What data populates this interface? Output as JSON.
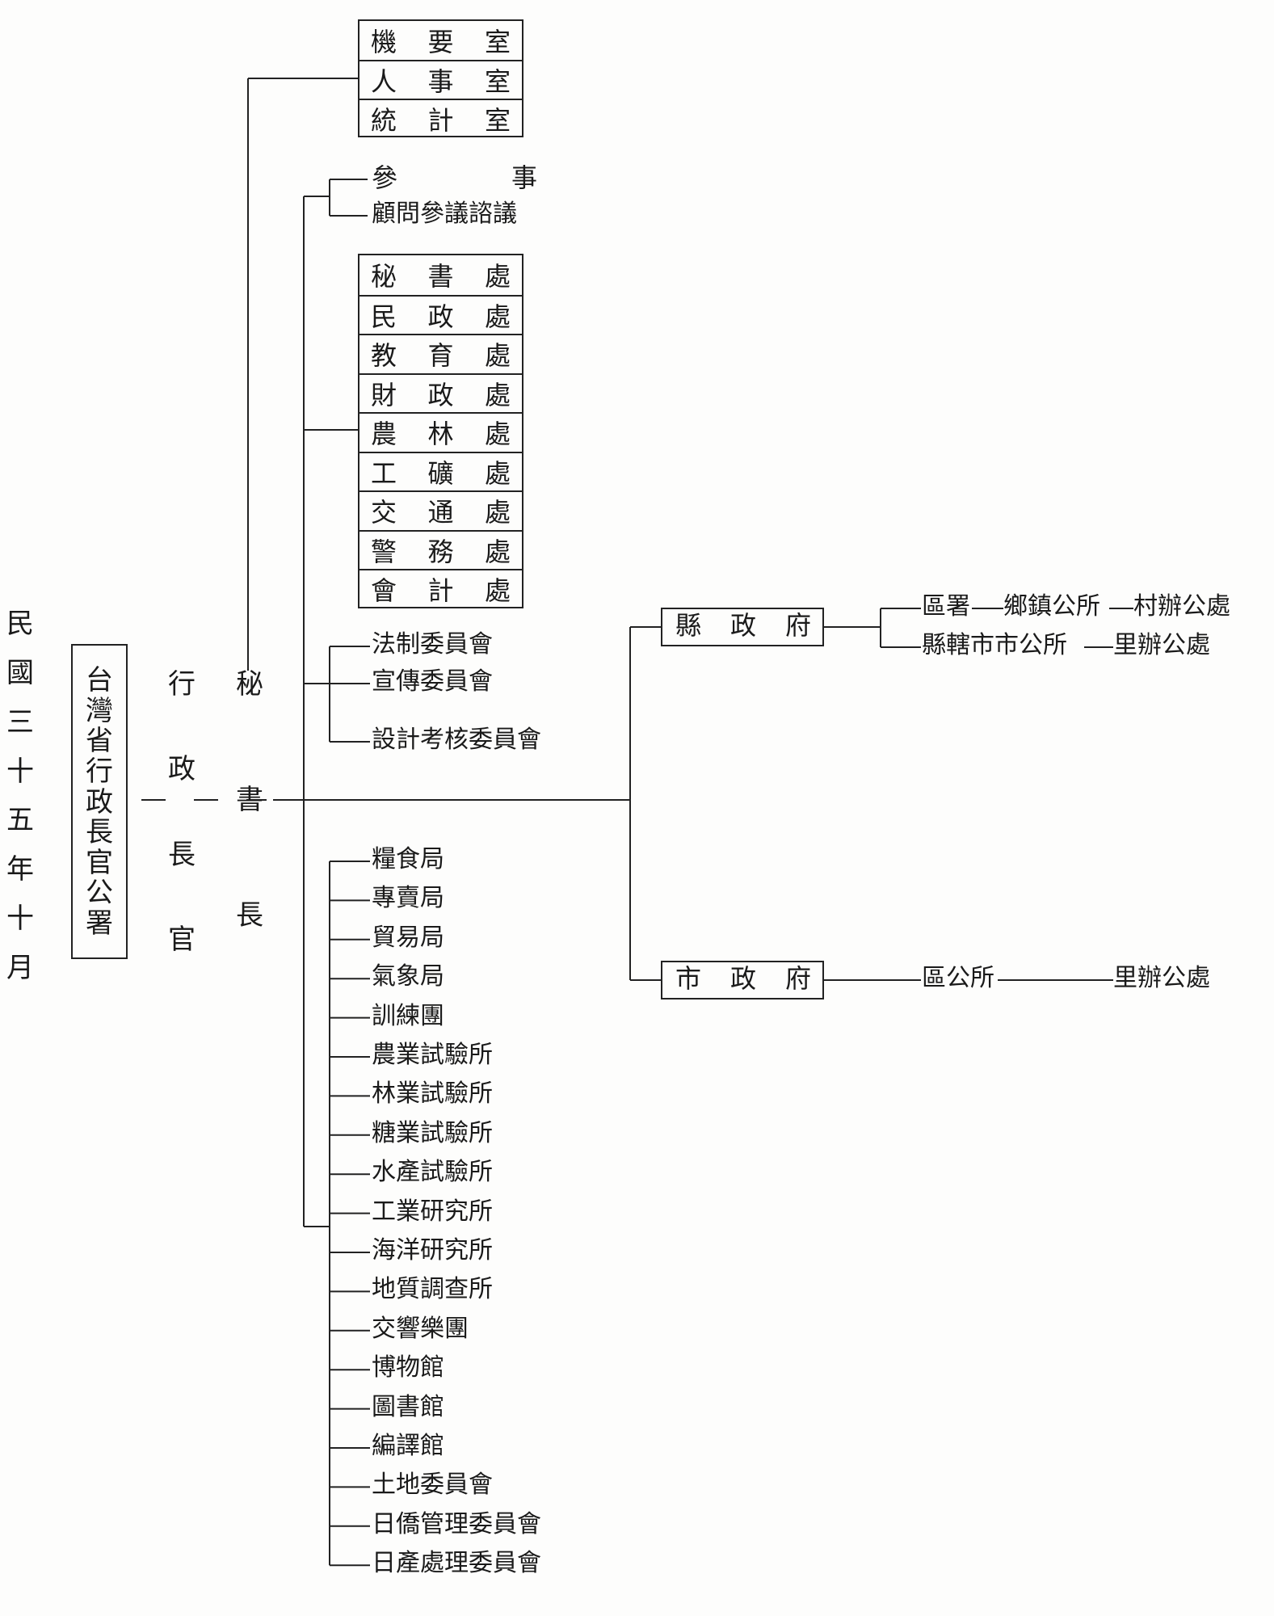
{
  "date_caption": "民國三十五年十月",
  "head_office": "台灣省行政長官公署",
  "governor": "行政長官",
  "secretary_general": "秘書長",
  "offices_group": [
    "機要室",
    "人事室",
    "統計室"
  ],
  "advisors": [
    "參事",
    "顧問參議諮議"
  ],
  "departments": [
    "秘書處",
    "民政處",
    "教育處",
    "財政處",
    "農林處",
    "工礦處",
    "交通處",
    "警務處",
    "會計處"
  ],
  "committees": [
    "法制委員會",
    "宣傳委員會",
    "設計考核委員會"
  ],
  "agencies": [
    "糧食局",
    "專賣局",
    "貿易局",
    "氣象局",
    "訓練團",
    "農業試驗所",
    "林業試驗所",
    "糖業試驗所",
    "水產試驗所",
    "工業研究所",
    "海洋研究所",
    "地質調查所",
    "交響樂團",
    "博物館",
    "圖書館",
    "編譯館",
    "土地委員會",
    "日僑管理委員會",
    "日產處理委員會"
  ],
  "county_gov": {
    "label": "縣政府",
    "branches": [
      [
        "區署",
        "鄉鎮公所",
        "村辦公處"
      ],
      [
        "縣轄市市公所",
        "里辦公處"
      ]
    ]
  },
  "city_gov": {
    "label": "市政府",
    "chain": [
      "區公所",
      "里辦公處"
    ]
  }
}
